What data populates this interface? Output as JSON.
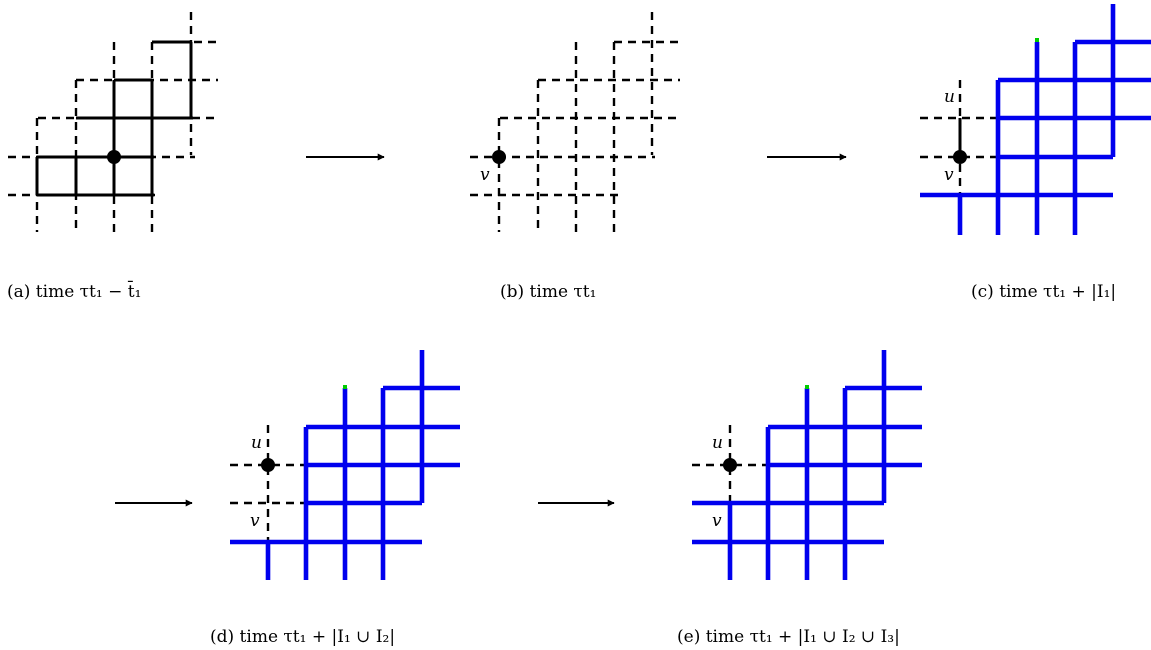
{
  "panels": [
    {
      "id": "a",
      "caption": "(a) time τt₁ − t̄₁"
    },
    {
      "id": "b",
      "caption": "(b) time τt₁",
      "v_label": "v"
    },
    {
      "id": "c",
      "caption": "(c) time τt₁ + |I₁|",
      "u_label": "u",
      "v_label": "v"
    },
    {
      "id": "d",
      "caption": "(d) time τt₁ + |I₁ ∪ I₂|",
      "u_label": "u",
      "v_label": "v"
    },
    {
      "id": "e",
      "caption": "(e) time τt₁ + |I₁ ∪ I₂ ∪ I₃|",
      "u_label": "u",
      "v_label": "v"
    }
  ],
  "colors": {
    "occupied": "#0000ee",
    "lattice": "#000000",
    "marker": "#00cc00"
  }
}
